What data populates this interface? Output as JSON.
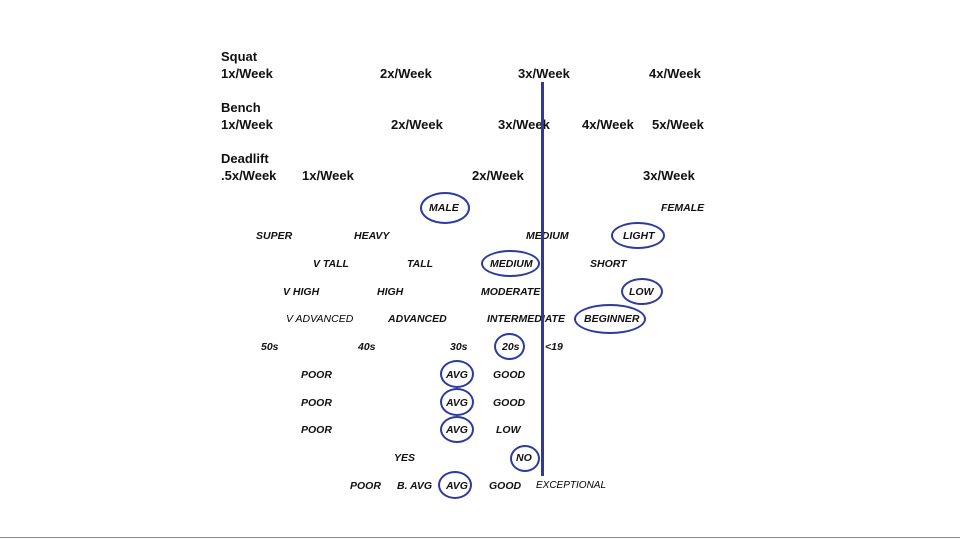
{
  "squat": {
    "title": "Squat",
    "opts": [
      "1x/Week",
      "2x/Week",
      "3x/Week",
      "4x/Week"
    ]
  },
  "bench": {
    "title": "Bench",
    "opts": [
      "1x/Week",
      "2x/Week",
      "3x/Week",
      "4x/Week",
      "5x/Week"
    ]
  },
  "deadlift": {
    "title": "Deadlift",
    "opts": [
      ".5x/Week",
      "1x/Week",
      "2x/Week",
      "3x/Week"
    ]
  },
  "sex": [
    "MALE",
    "FEMALE"
  ],
  "weight": [
    "SUPER",
    "HEAVY",
    "MEDIUM",
    "LIGHT"
  ],
  "height": [
    "V TALL",
    "TALL",
    "MEDIUM",
    "SHORT"
  ],
  "volume": [
    "V HIGH",
    "HIGH",
    "MODERATE",
    "LOW"
  ],
  "experience": [
    "V ADVANCED",
    "ADVANCED",
    "INTERMEDIATE",
    "BEGINNER"
  ],
  "age": [
    "50s",
    "40s",
    "30s",
    "20s",
    "<19"
  ],
  "row1": [
    "POOR",
    "AVG",
    "GOOD"
  ],
  "row2": [
    "POOR",
    "AVG",
    "GOOD"
  ],
  "row3": [
    "POOR",
    "AVG",
    "LOW"
  ],
  "yesno": [
    "YES",
    "NO"
  ],
  "last": [
    "POOR",
    "B. AVG",
    "AVG",
    "GOOD",
    "EXCEPTIONAL"
  ],
  "colors": {
    "circle": "#2e3a9c",
    "text": "#111111"
  }
}
